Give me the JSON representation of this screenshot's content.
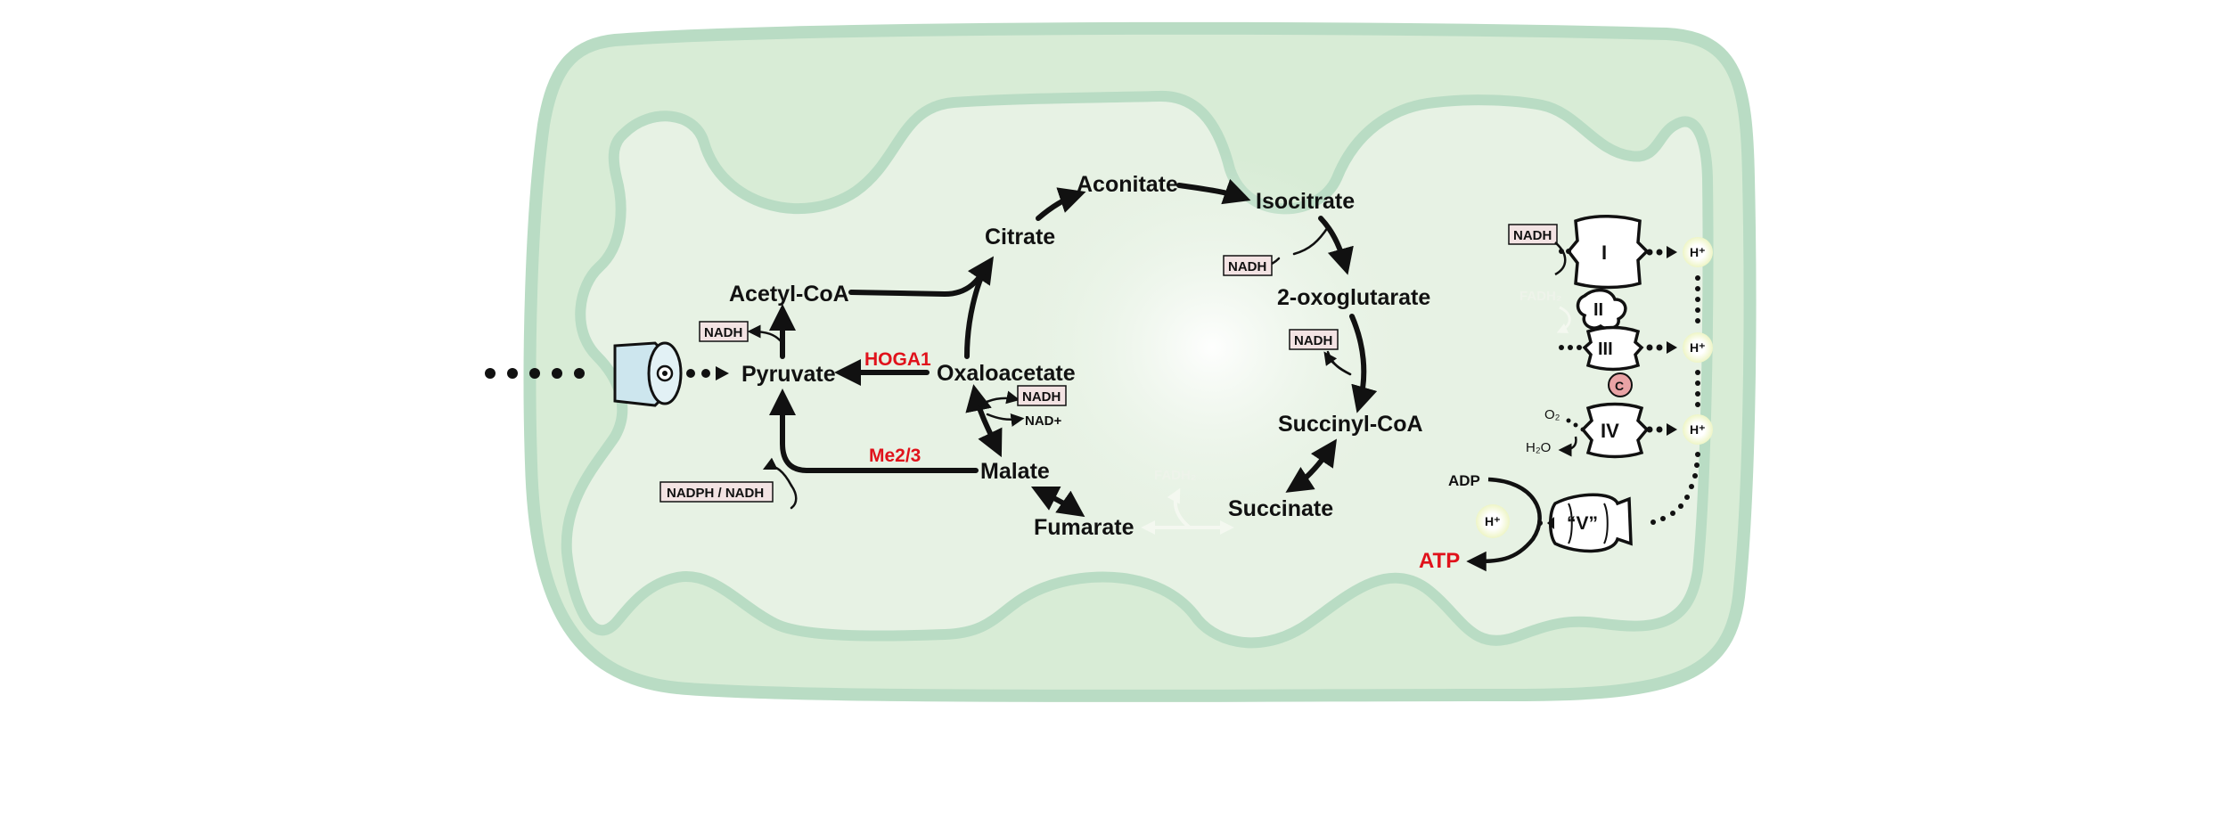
{
  "metabolites": {
    "acetyl_coa": "Acetyl-CoA",
    "pyruvate": "Pyruvate",
    "citrate": "Citrate",
    "aconitate": "Aconitate",
    "isocitrate": "Isocitrate",
    "oxoglutarate": "2-oxoglutarate",
    "succinyl_coa": "Succinyl-CoA",
    "succinate": "Succinate",
    "fumarate": "Fumarate",
    "malate": "Malate",
    "oxaloacetate": "Oxaloacetate"
  },
  "enzymes": {
    "hoga1": "HOGA1",
    "me23": "Me2/3"
  },
  "cofactors": {
    "nadh": "NADH",
    "nad_plus": "NAD+",
    "nadph_nadh": "NADPH / NADH",
    "fadh2": "FADH₂",
    "fadh2_etc": "FADH₂",
    "o2": "O₂",
    "h2o": "H₂O",
    "adp": "ADP",
    "atp": "ATP",
    "h_plus": "H⁺"
  },
  "complexes": {
    "c1": "I",
    "c2": "II",
    "c3": "III",
    "c4": "IV",
    "c5": "“V”",
    "cyt_c": "C"
  },
  "colors": {
    "cell_outer": "#b9dcc4",
    "cell_fill": "#d8ecd6",
    "matrix_fill": "#e7f2e4",
    "enzyme_red": "#e0121b",
    "cofactor_box": "#f3e3e3",
    "cyt_c_fill": "#e9a3a5",
    "proton_glow": "#f2f7c9",
    "transporter_blue": "#cde6ee"
  }
}
